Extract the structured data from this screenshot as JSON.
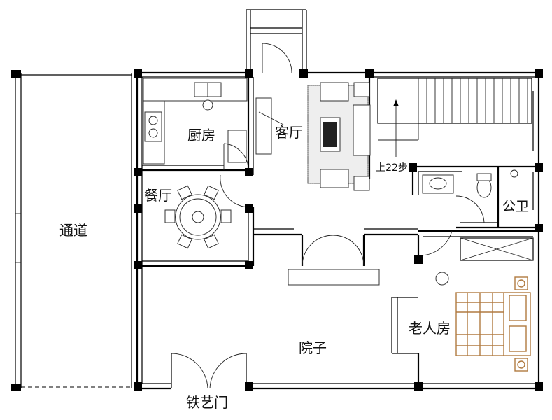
{
  "rooms": {
    "kitchen": "厨房",
    "living_room": "客厅",
    "dining_room": "餐厅",
    "passage": "通道",
    "public_bath": "公卫",
    "elder_bedroom": "老人房",
    "courtyard": "院子",
    "iron_gate": "铁艺门"
  },
  "stairs": {
    "label": "上22步"
  },
  "colors": {
    "wall": "#000000",
    "bed": "#b07a40"
  }
}
